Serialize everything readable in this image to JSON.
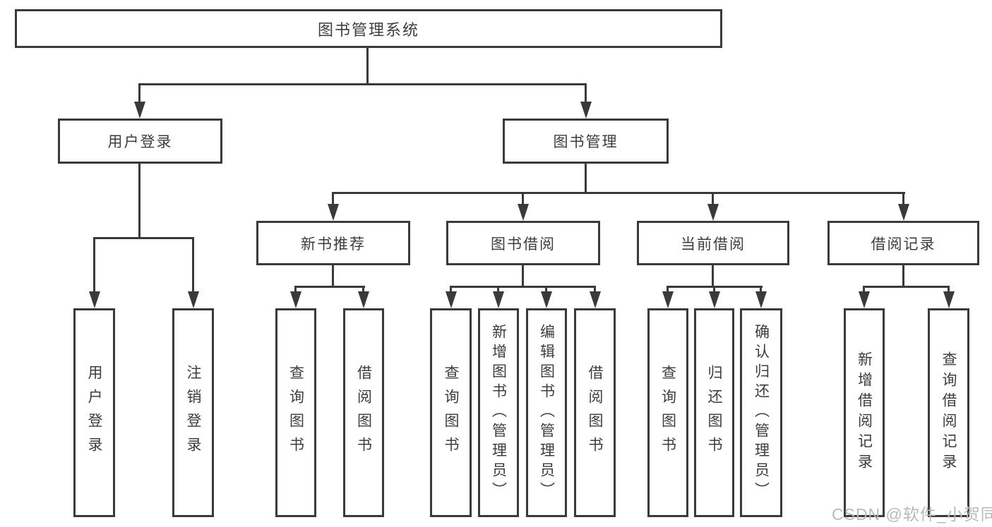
{
  "tree": {
    "root": "图书管理系统",
    "children": [
      {
        "label": "用户登录",
        "children": [
          {
            "label": "用户登录"
          },
          {
            "label": "注销登录"
          }
        ]
      },
      {
        "label": "图书管理",
        "children": [
          {
            "label": "新书推荐",
            "children": [
              {
                "label": "查询图书"
              },
              {
                "label": "借阅图书"
              }
            ]
          },
          {
            "label": "图书借阅",
            "children": [
              {
                "label": "查询图书"
              },
              {
                "label": "新增图书（管理员）"
              },
              {
                "label": "编辑图书（管理员）"
              },
              {
                "label": "借阅图书"
              }
            ]
          },
          {
            "label": "当前借阅",
            "children": [
              {
                "label": "查询图书"
              },
              {
                "label": "归还图书"
              },
              {
                "label": "确认归还（管理员）"
              }
            ]
          },
          {
            "label": "借阅记录",
            "children": [
              {
                "label": "新增借阅记录"
              },
              {
                "label": "查询借阅记录"
              }
            ]
          }
        ]
      }
    ]
  },
  "watermark": {
    "text": "CSDN @软件_小贺同学"
  },
  "colors": {
    "line": "#3a3a3a",
    "text": "#3d3d3d",
    "watermark": "#b9b9b9",
    "background": "#ffffff"
  }
}
